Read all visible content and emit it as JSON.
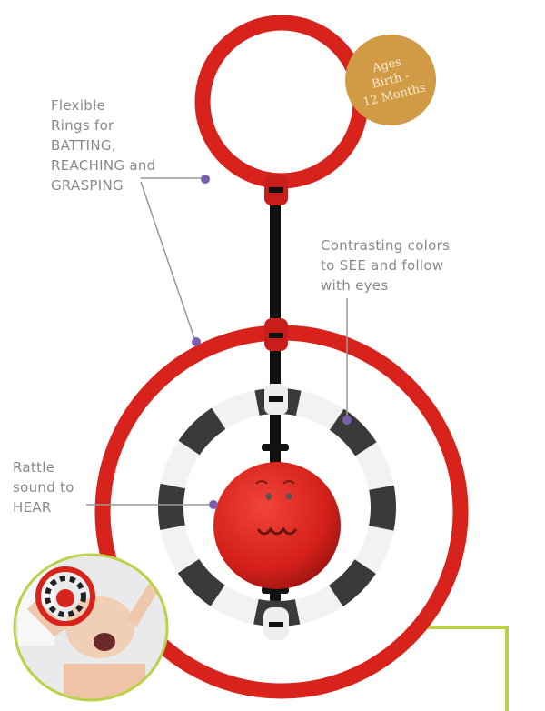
{
  "badge": {
    "line1": "Ages",
    "line2": "Birth -",
    "line3": "12 Months"
  },
  "callouts": {
    "rings": [
      "Flexible",
      "Rings for",
      "BATTING,",
      "REACHING and",
      "GRASPING"
    ],
    "colors": [
      "Contrasting colors",
      "to SEE and follow",
      "with eyes"
    ],
    "rattle": [
      "Rattle",
      "sound to",
      "HEAR"
    ]
  },
  "colors": {
    "ring_red": "#d8221c",
    "badge_gold": "#d19a45",
    "callout_dot": "#7a5fb0",
    "accent_green": "#bcd04a",
    "label_gray": "#8a8a8a"
  }
}
